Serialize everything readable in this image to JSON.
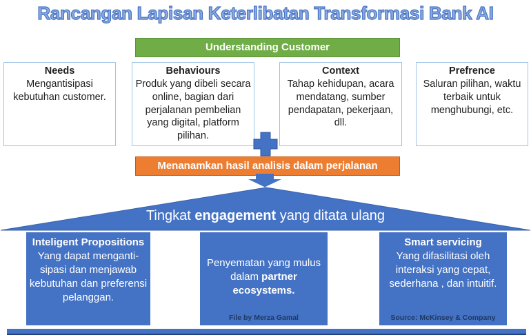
{
  "title": "Rancangan Lapisan Keterlibatan Transformasi Bank AI",
  "banners": {
    "understanding": "Understanding Customer",
    "embed": "Menanamkan hasil analisis dalam perjalanan"
  },
  "insight_boxes": [
    {
      "heading": "Needs",
      "body": "Mengantisipasi kebutuhan customer."
    },
    {
      "heading": "Behaviours",
      "body": "Produk  yang dibeli secara online, bagian dari perjalanan pembelian yang digital, platform pilihan."
    },
    {
      "heading": "Context",
      "body": "Tahap kehidupan, acara mendatang, sumber pendapatan, pekerjaan, dll."
    },
    {
      "heading": "Prefrence",
      "body": "Saluran pilihan, waktu terbaik untuk menghubungi, etc."
    }
  ],
  "roof": {
    "pre": "Tingkat ",
    "bold": "engagement",
    "post": " yang ditata ulang"
  },
  "pillars": [
    {
      "heading": "Inteligent Propositions",
      "body": "Yang dapat menganti-sipasi dan menjawab kebutuhan dan preferensi pelanggan.",
      "footer": ""
    },
    {
      "heading": "",
      "body_pre": "Penyematan yang mulus dalam ",
      "body_bold": "partner ecosystems.",
      "footer": "File by Merza Gamal"
    },
    {
      "heading": "Smart servicing",
      "body": "Yang difasilitasi oleh interaksi yang cepat, sederhana , dan intuitif.",
      "footer": "Source: McKinsey & Company"
    }
  ],
  "icons": {
    "plus": "plus-icon",
    "arrow_down": "arrow-down-icon"
  },
  "colors": {
    "title_fill": "#8FAADC",
    "title_outline": "#4473C6",
    "green": "#70AD47",
    "green_border": "#5B9139",
    "orange": "#ED7D31",
    "orange_border": "#C55A11",
    "blue": "#4472C4",
    "blue_dark": "#2F5597",
    "box_border": "#9DC3E6",
    "credit_text": "#1F3864"
  }
}
